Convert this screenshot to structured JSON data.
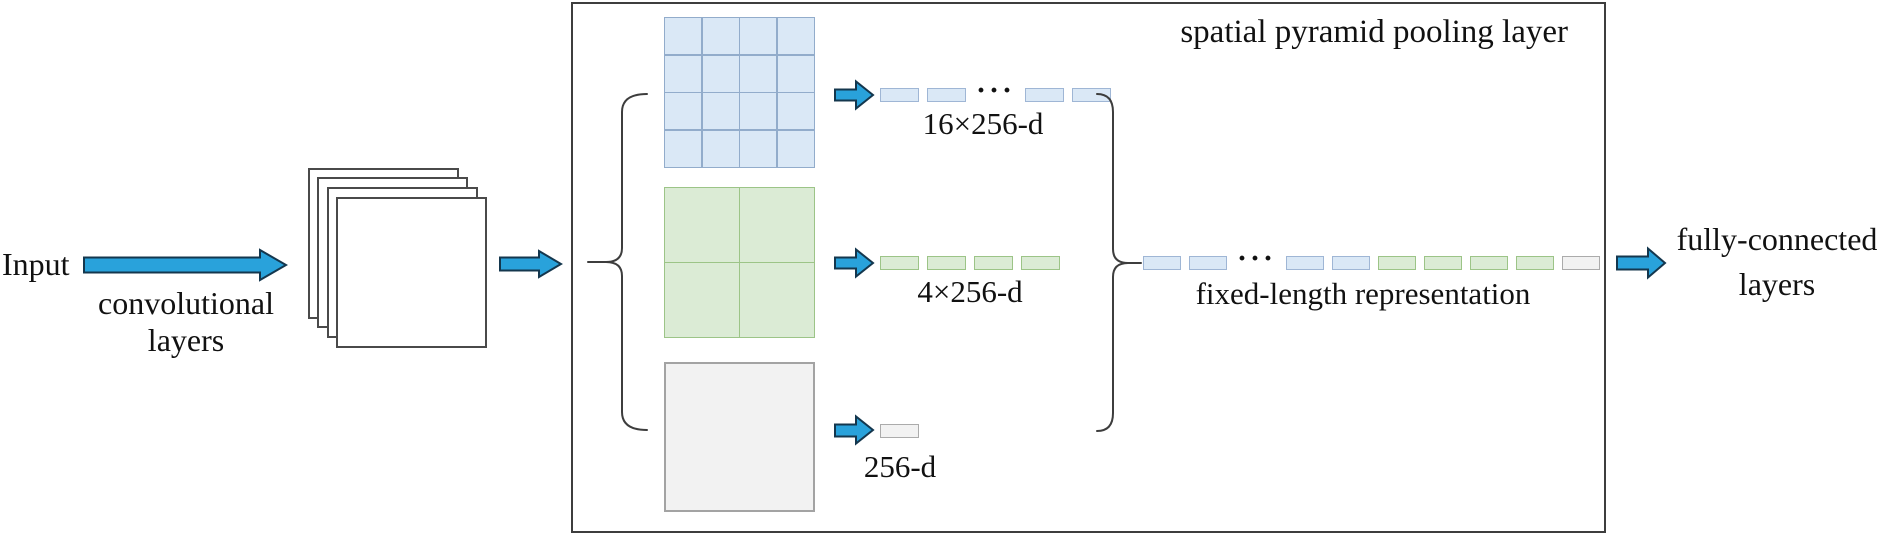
{
  "diagram": {
    "input_label": "Input",
    "conv_label_line1": "convolutional",
    "conv_label_line2": "layers",
    "spp_title": "spatial pyramid pooling layer",
    "ellipsis": "···",
    "pooling_rows": [
      {
        "grid": "4x4",
        "label": "16×256-d",
        "bars": [
          "blue",
          "blue",
          "dots",
          "blue",
          "blue"
        ]
      },
      {
        "grid": "2x2",
        "label": "4×256-d",
        "bars": [
          "green",
          "green",
          "green",
          "green"
        ]
      },
      {
        "grid": "1x1",
        "label": "256-d",
        "bars": [
          "gray"
        ]
      }
    ],
    "fixed_rep": {
      "label": "fixed-length representation",
      "bars": [
        "blue",
        "blue",
        "dots",
        "blue",
        "blue",
        "green",
        "green",
        "green",
        "green",
        "gray"
      ]
    },
    "fc_label_line1": "fully-connected",
    "fc_label_line2": "layers",
    "colors": {
      "arrow_blue": "#29A2DB",
      "pool_blue_fill": "#DAE8F6",
      "pool_blue_border": "#92ACCB",
      "pool_green_fill": "#DBEBD5",
      "pool_green_border": "#9CC487",
      "pool_gray_fill": "#F2F2F2",
      "pool_gray_border": "#A3A3A3",
      "box_border": "#3d3d3d"
    }
  }
}
